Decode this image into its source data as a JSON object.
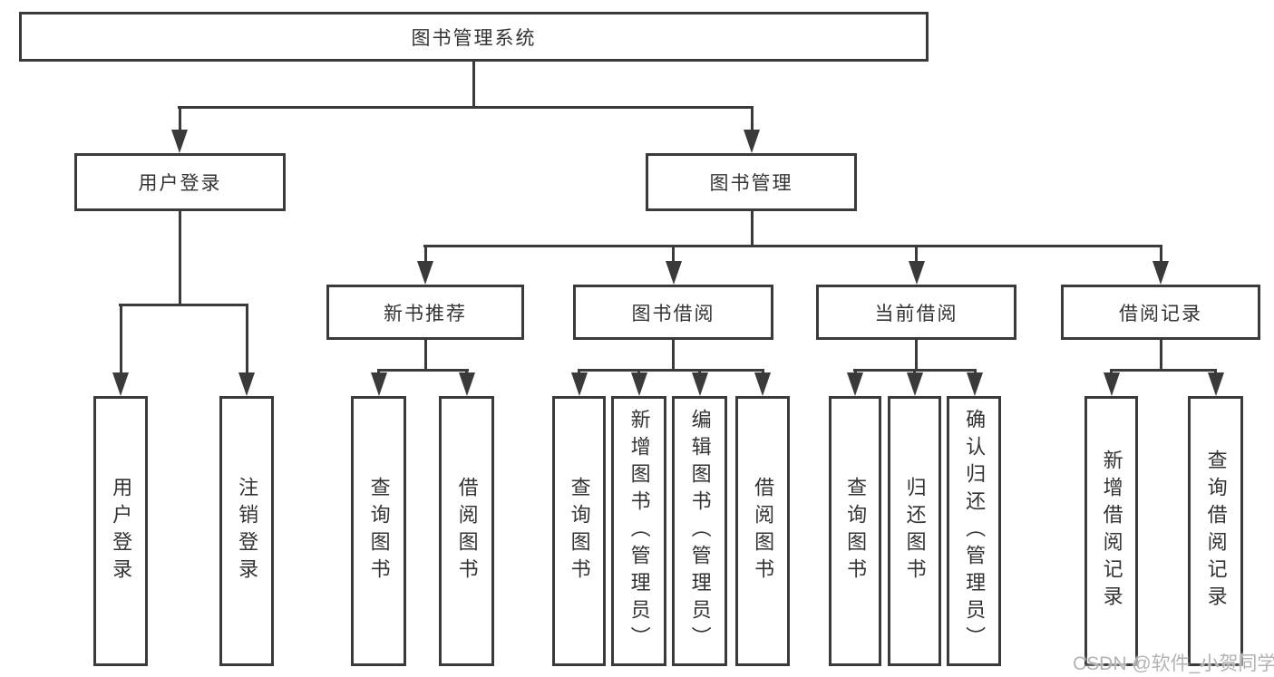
{
  "diagram_title": "图书管理系统",
  "tree": {
    "label": "图书管理系统",
    "children": [
      {
        "label": "用户登录",
        "children": [
          {
            "label": "用户登录"
          },
          {
            "label": "注销登录"
          }
        ]
      },
      {
        "label": "图书管理",
        "children": [
          {
            "label": "新书推荐",
            "children": [
              {
                "label": "查询图书"
              },
              {
                "label": "借阅图书"
              }
            ]
          },
          {
            "label": "图书借阅",
            "children": [
              {
                "label": "查询图书"
              },
              {
                "label": "新增图书（管理员）"
              },
              {
                "label": "编辑图书（管理员）"
              },
              {
                "label": "借阅图书"
              }
            ]
          },
          {
            "label": "当前借阅",
            "children": [
              {
                "label": "查询图书"
              },
              {
                "label": "归还图书"
              },
              {
                "label": "确认归还（管理员）"
              }
            ]
          },
          {
            "label": "借阅记录",
            "children": [
              {
                "label": "新增借阅记录"
              },
              {
                "label": "查询借阅记录"
              }
            ]
          }
        ]
      }
    ]
  },
  "watermark": {
    "text": "CSDN @软件_小贺同学",
    "color": "#b3b3b3"
  },
  "colors": {
    "line": "#3a3a3a",
    "text": "#333333",
    "background": "#ffffff"
  }
}
